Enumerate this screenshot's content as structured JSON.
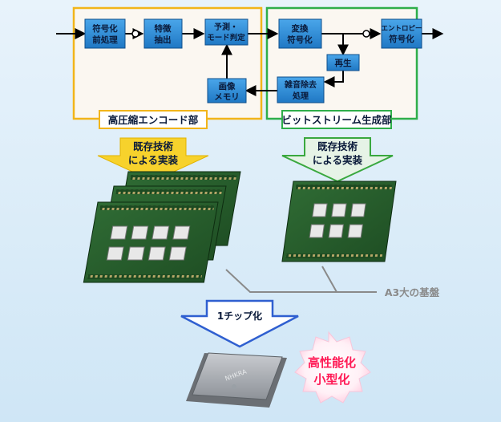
{
  "encoder_section": {
    "label": "高圧縮エンコード部",
    "blocks": {
      "preprocess": [
        "符号化",
        "前処理"
      ],
      "feature": [
        "特徴",
        "抽出"
      ],
      "predict": [
        "予測・",
        "モード判定"
      ],
      "memory": [
        "画像",
        "メモリ"
      ]
    }
  },
  "bitstream_section": {
    "label": "ビットストリーム生成部",
    "blocks": {
      "transform": [
        "変換",
        "符号化"
      ],
      "entropy": [
        "エントロピー",
        "符号化"
      ],
      "reconstruct": [
        "再生"
      ],
      "denoise": [
        "雑音除去",
        "処理"
      ]
    }
  },
  "arrows": {
    "left": [
      "既存技術",
      "による実装"
    ],
    "right": [
      "既存技術",
      "による実装"
    ],
    "chip": "1チップ化"
  },
  "board_label": "A3大の基盤",
  "benefit": [
    "高性能化",
    "小型化"
  ],
  "chip_mark": "NHKRA",
  "colors": {
    "block_fill": "#2f8fd8",
    "encoder_border": "#f2b51a",
    "bitstream_border": "#2fae4a",
    "arrow_yellow": "#f7d22c",
    "arrow_green": "#3aa83f",
    "arrow_blue": "#2f5fd0",
    "benefit_text": "#ff1a55"
  }
}
